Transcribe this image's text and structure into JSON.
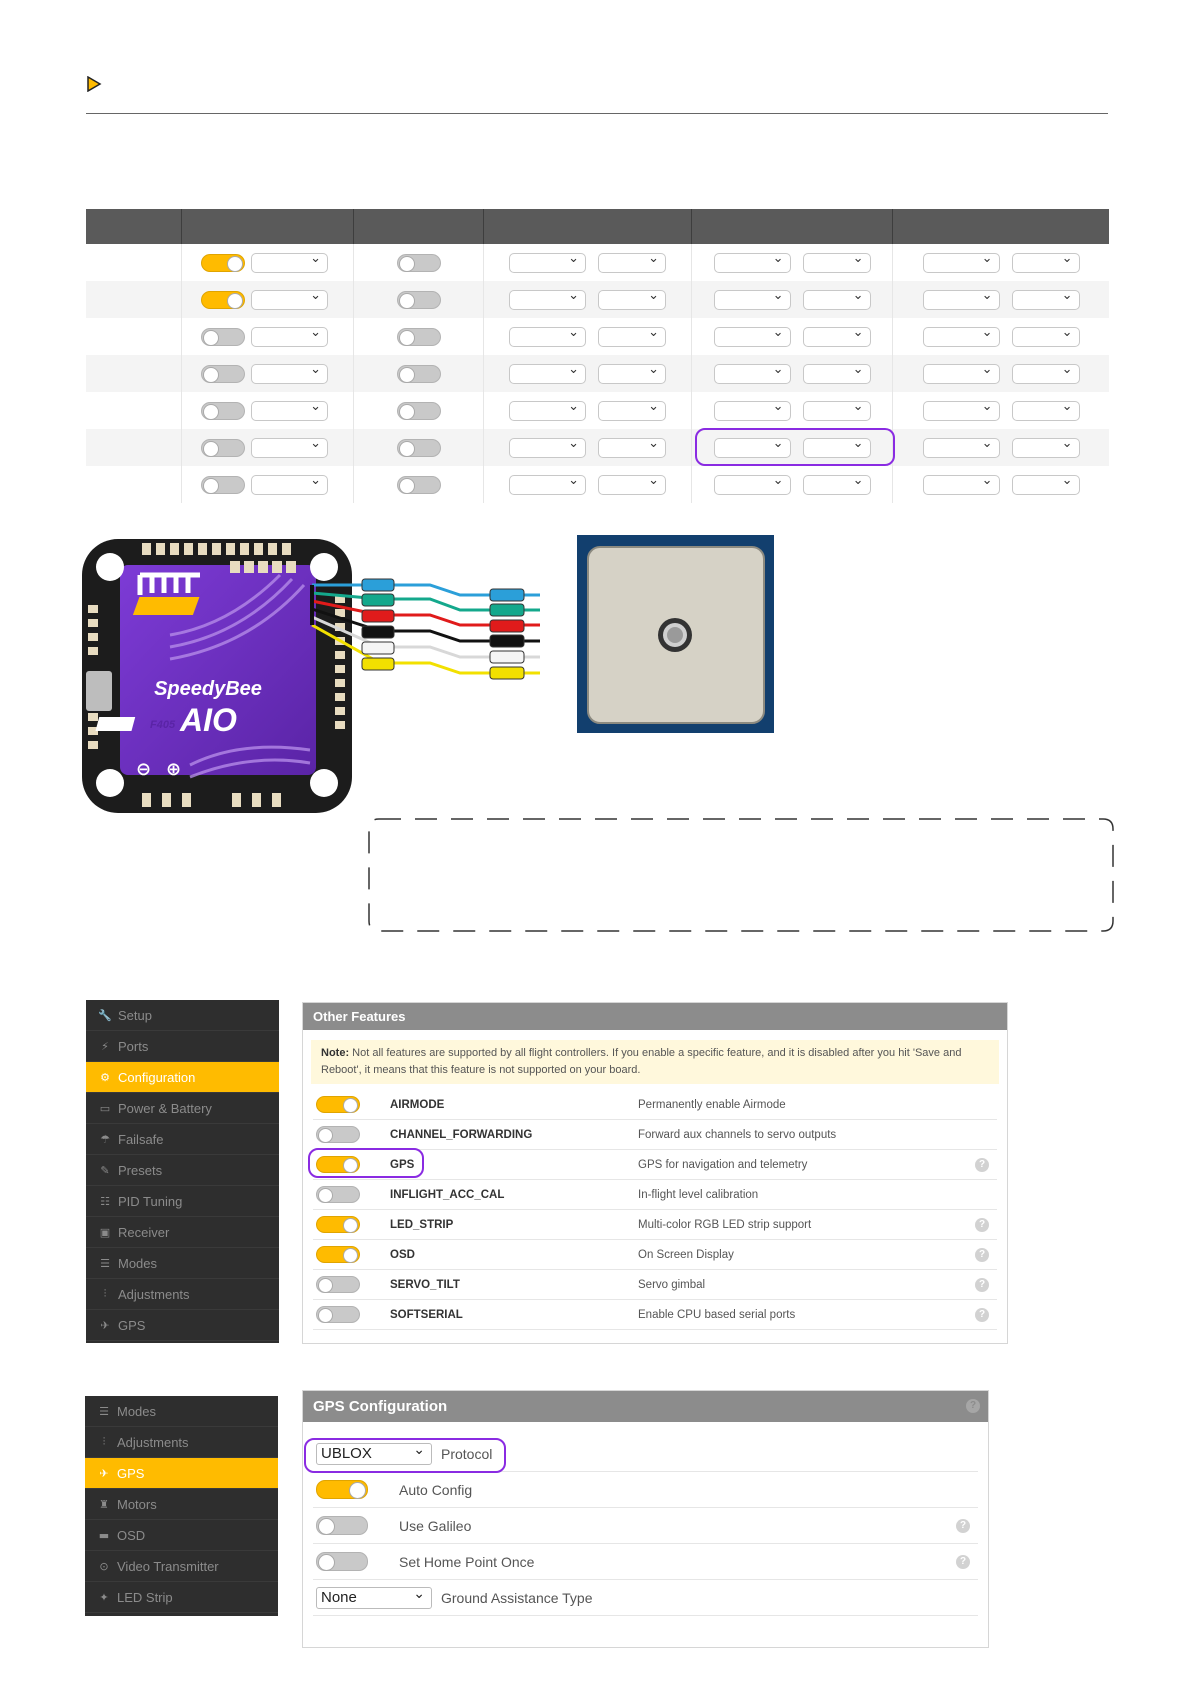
{
  "ports_table": {
    "rows": [
      {
        "msp": true,
        "serial_rx": false
      },
      {
        "msp": true,
        "serial_rx": false
      },
      {
        "msp": false,
        "serial_rx": false
      },
      {
        "msp": false,
        "serial_rx": false
      },
      {
        "msp": false,
        "serial_rx": false
      },
      {
        "msp": false,
        "serial_rx": false
      },
      {
        "msp": false,
        "serial_rx": false
      }
    ]
  },
  "colors": {
    "accent": "#ffbb00",
    "highlight": "#8a2be2",
    "board_purple": "#6a2fb8",
    "gps_frame": "#123f6e"
  },
  "board": {
    "brand": "SpeedyBee",
    "model": "AIO",
    "chip": "F405"
  },
  "features_sidebar": {
    "items": [
      {
        "icon": "wrench-icon",
        "glyph": "🔧",
        "label": "Setup",
        "active": false
      },
      {
        "icon": "plug-icon",
        "glyph": "⚡",
        "label": "Ports",
        "active": false
      },
      {
        "icon": "gear-icon",
        "glyph": "⚙",
        "label": "Configuration",
        "active": true
      },
      {
        "icon": "battery-icon",
        "glyph": "▭",
        "label": "Power & Battery",
        "active": false
      },
      {
        "icon": "parachute-icon",
        "glyph": "☂",
        "label": "Failsafe",
        "active": false
      },
      {
        "icon": "wand-icon",
        "glyph": "✎",
        "label": "Presets",
        "active": false
      },
      {
        "icon": "sitemap-icon",
        "glyph": "☷",
        "label": "PID Tuning",
        "active": false
      },
      {
        "icon": "receiver-icon",
        "glyph": "▣",
        "label": "Receiver",
        "active": false
      },
      {
        "icon": "modes-icon",
        "glyph": "☰",
        "label": "Modes",
        "active": false
      },
      {
        "icon": "sliders-icon",
        "glyph": "⫶",
        "label": "Adjustments",
        "active": false
      },
      {
        "icon": "satellite-icon",
        "glyph": "✈",
        "label": "GPS",
        "active": false
      }
    ]
  },
  "other_features": {
    "title": "Other Features",
    "note_bold": "Note:",
    "note_text": " Not all features are supported by all flight controllers. If you enable a specific feature, and it is disabled after you hit 'Save and Reboot', it means that this feature is not supported on your board.",
    "features": [
      {
        "name": "AIRMODE",
        "desc": "Permanently enable Airmode",
        "on": true,
        "help": false
      },
      {
        "name": "CHANNEL_FORWARDING",
        "desc": "Forward aux channels to servo outputs",
        "on": false,
        "help": false
      },
      {
        "name": "GPS",
        "desc": "GPS for navigation and telemetry",
        "on": true,
        "help": true
      },
      {
        "name": "INFLIGHT_ACC_CAL",
        "desc": "In-flight level calibration",
        "on": false,
        "help": false
      },
      {
        "name": "LED_STRIP",
        "desc": "Multi-color RGB LED strip support",
        "on": true,
        "help": true
      },
      {
        "name": "OSD",
        "desc": "On Screen Display",
        "on": true,
        "help": true
      },
      {
        "name": "SERVO_TILT",
        "desc": "Servo gimbal",
        "on": false,
        "help": true
      },
      {
        "name": "SOFTSERIAL",
        "desc": "Enable CPU based serial ports",
        "on": false,
        "help": true
      }
    ]
  },
  "gps_sidebar": {
    "items": [
      {
        "icon": "modes-icon",
        "glyph": "☰",
        "label": "Modes",
        "active": false
      },
      {
        "icon": "sliders-icon",
        "glyph": "⫶",
        "label": "Adjustments",
        "active": false
      },
      {
        "icon": "satellite-icon",
        "glyph": "✈",
        "label": "GPS",
        "active": true
      },
      {
        "icon": "motor-icon",
        "glyph": "♜",
        "label": "Motors",
        "active": false
      },
      {
        "icon": "osd-icon",
        "glyph": "▬",
        "label": "OSD",
        "active": false
      },
      {
        "icon": "antenna-icon",
        "glyph": "⊙",
        "label": "Video Transmitter",
        "active": false
      },
      {
        "icon": "led-icon",
        "glyph": "✦",
        "label": "LED Strip",
        "active": false
      }
    ]
  },
  "gps_config": {
    "title": "GPS Configuration",
    "protocol_value": "UBLOX",
    "protocol_label": "Protocol",
    "auto_config_label": "Auto Config",
    "auto_config_on": true,
    "galileo_label": "Use Galileo",
    "galileo_on": false,
    "home_point_label": "Set Home Point Once",
    "home_point_on": false,
    "ground_assist_value": "None",
    "ground_assist_label": "Ground Assistance Type"
  }
}
